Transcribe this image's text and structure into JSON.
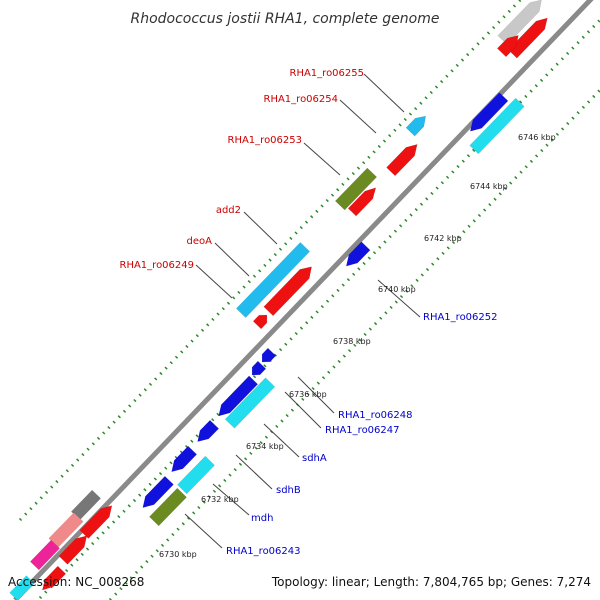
{
  "title": "Rhodococcus jostii RHA1, complete genome",
  "footer": {
    "accession": "Accession: NC_008268",
    "summary": "Topology: linear; Length: 7,804,765 bp; Genes: 7,274"
  },
  "colors": {
    "backbone": "#8a8a8a",
    "tick": "#2a8a2a",
    "label_forward": "#cc0000",
    "label_reverse": "#0000cc",
    "leader": "#444444"
  },
  "ticks": [
    {
      "label": "6730 kbp"
    },
    {
      "label": "6732 kbp"
    },
    {
      "label": "6734 kbp"
    },
    {
      "label": "6736 kbp"
    },
    {
      "label": "6738 kbp"
    },
    {
      "label": "6740 kbp"
    },
    {
      "label": "6742 kbp"
    },
    {
      "label": "6744 kbp"
    },
    {
      "label": "6746 kbp"
    }
  ],
  "gene_labels_forward": [
    {
      "label": "RHA1_ro06255"
    },
    {
      "label": "RHA1_ro06254"
    },
    {
      "label": "RHA1_ro06253"
    },
    {
      "label": "add2"
    },
    {
      "label": "deoA"
    },
    {
      "label": "RHA1_ro06249"
    }
  ],
  "gene_labels_reverse": [
    {
      "label": "RHA1_ro06252"
    },
    {
      "label": "RHA1_ro06248"
    },
    {
      "label": "RHA1_ro06247"
    },
    {
      "label": "sdhA"
    },
    {
      "label": "sdhB"
    },
    {
      "label": "mdh"
    },
    {
      "label": "RHA1_ro06243"
    }
  ]
}
